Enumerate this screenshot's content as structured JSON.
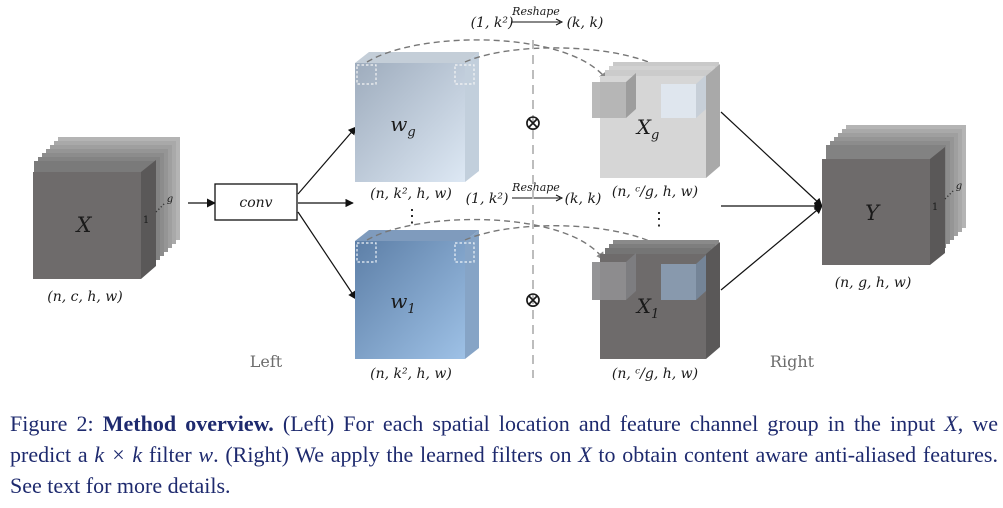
{
  "figure": {
    "input": {
      "symbol": "X",
      "dims": "(n, c, h, w)",
      "depth_start": "1",
      "depth_end": "g"
    },
    "conv": {
      "label": "conv"
    },
    "filters": [
      {
        "symbol_base": "w",
        "symbol_sub": "g",
        "dims": "(n, k², h, w)"
      },
      {
        "symbol_base": "w",
        "symbol_sub": "1",
        "dims": "(n, k², h, w)"
      }
    ],
    "reshape": {
      "word": "Reshape",
      "from": "(1, k²)",
      "to": "(k, k)"
    },
    "operator": "⊗",
    "groups": [
      {
        "symbol_base": "X",
        "symbol_sub": "g",
        "dims": "(n, ᶜ/g, h, w)"
      },
      {
        "symbol_base": "X",
        "symbol_sub": "1",
        "dims": "(n, ᶜ/g, h, w)"
      }
    ],
    "output": {
      "symbol": "Y",
      "dims": "(n, g, h, w)",
      "depth_start": "1",
      "depth_end": "g"
    },
    "left_label": "Left",
    "right_label": "Right",
    "ellipsis": "⋮"
  },
  "caption": {
    "prefix": "Figure 2: ",
    "title": "Method overview.",
    "p1": " (Left) For each spatial location and feature channel group in the input ",
    "x1": "X",
    "p2": ", we predict a ",
    "kxk": "k × k",
    "p3": " filter ",
    "w": "w",
    "p4": ". (Right) We apply the learned filters on ",
    "x2": "X",
    "p5": " to obtain content aware anti-aliased features. See text for more details."
  }
}
